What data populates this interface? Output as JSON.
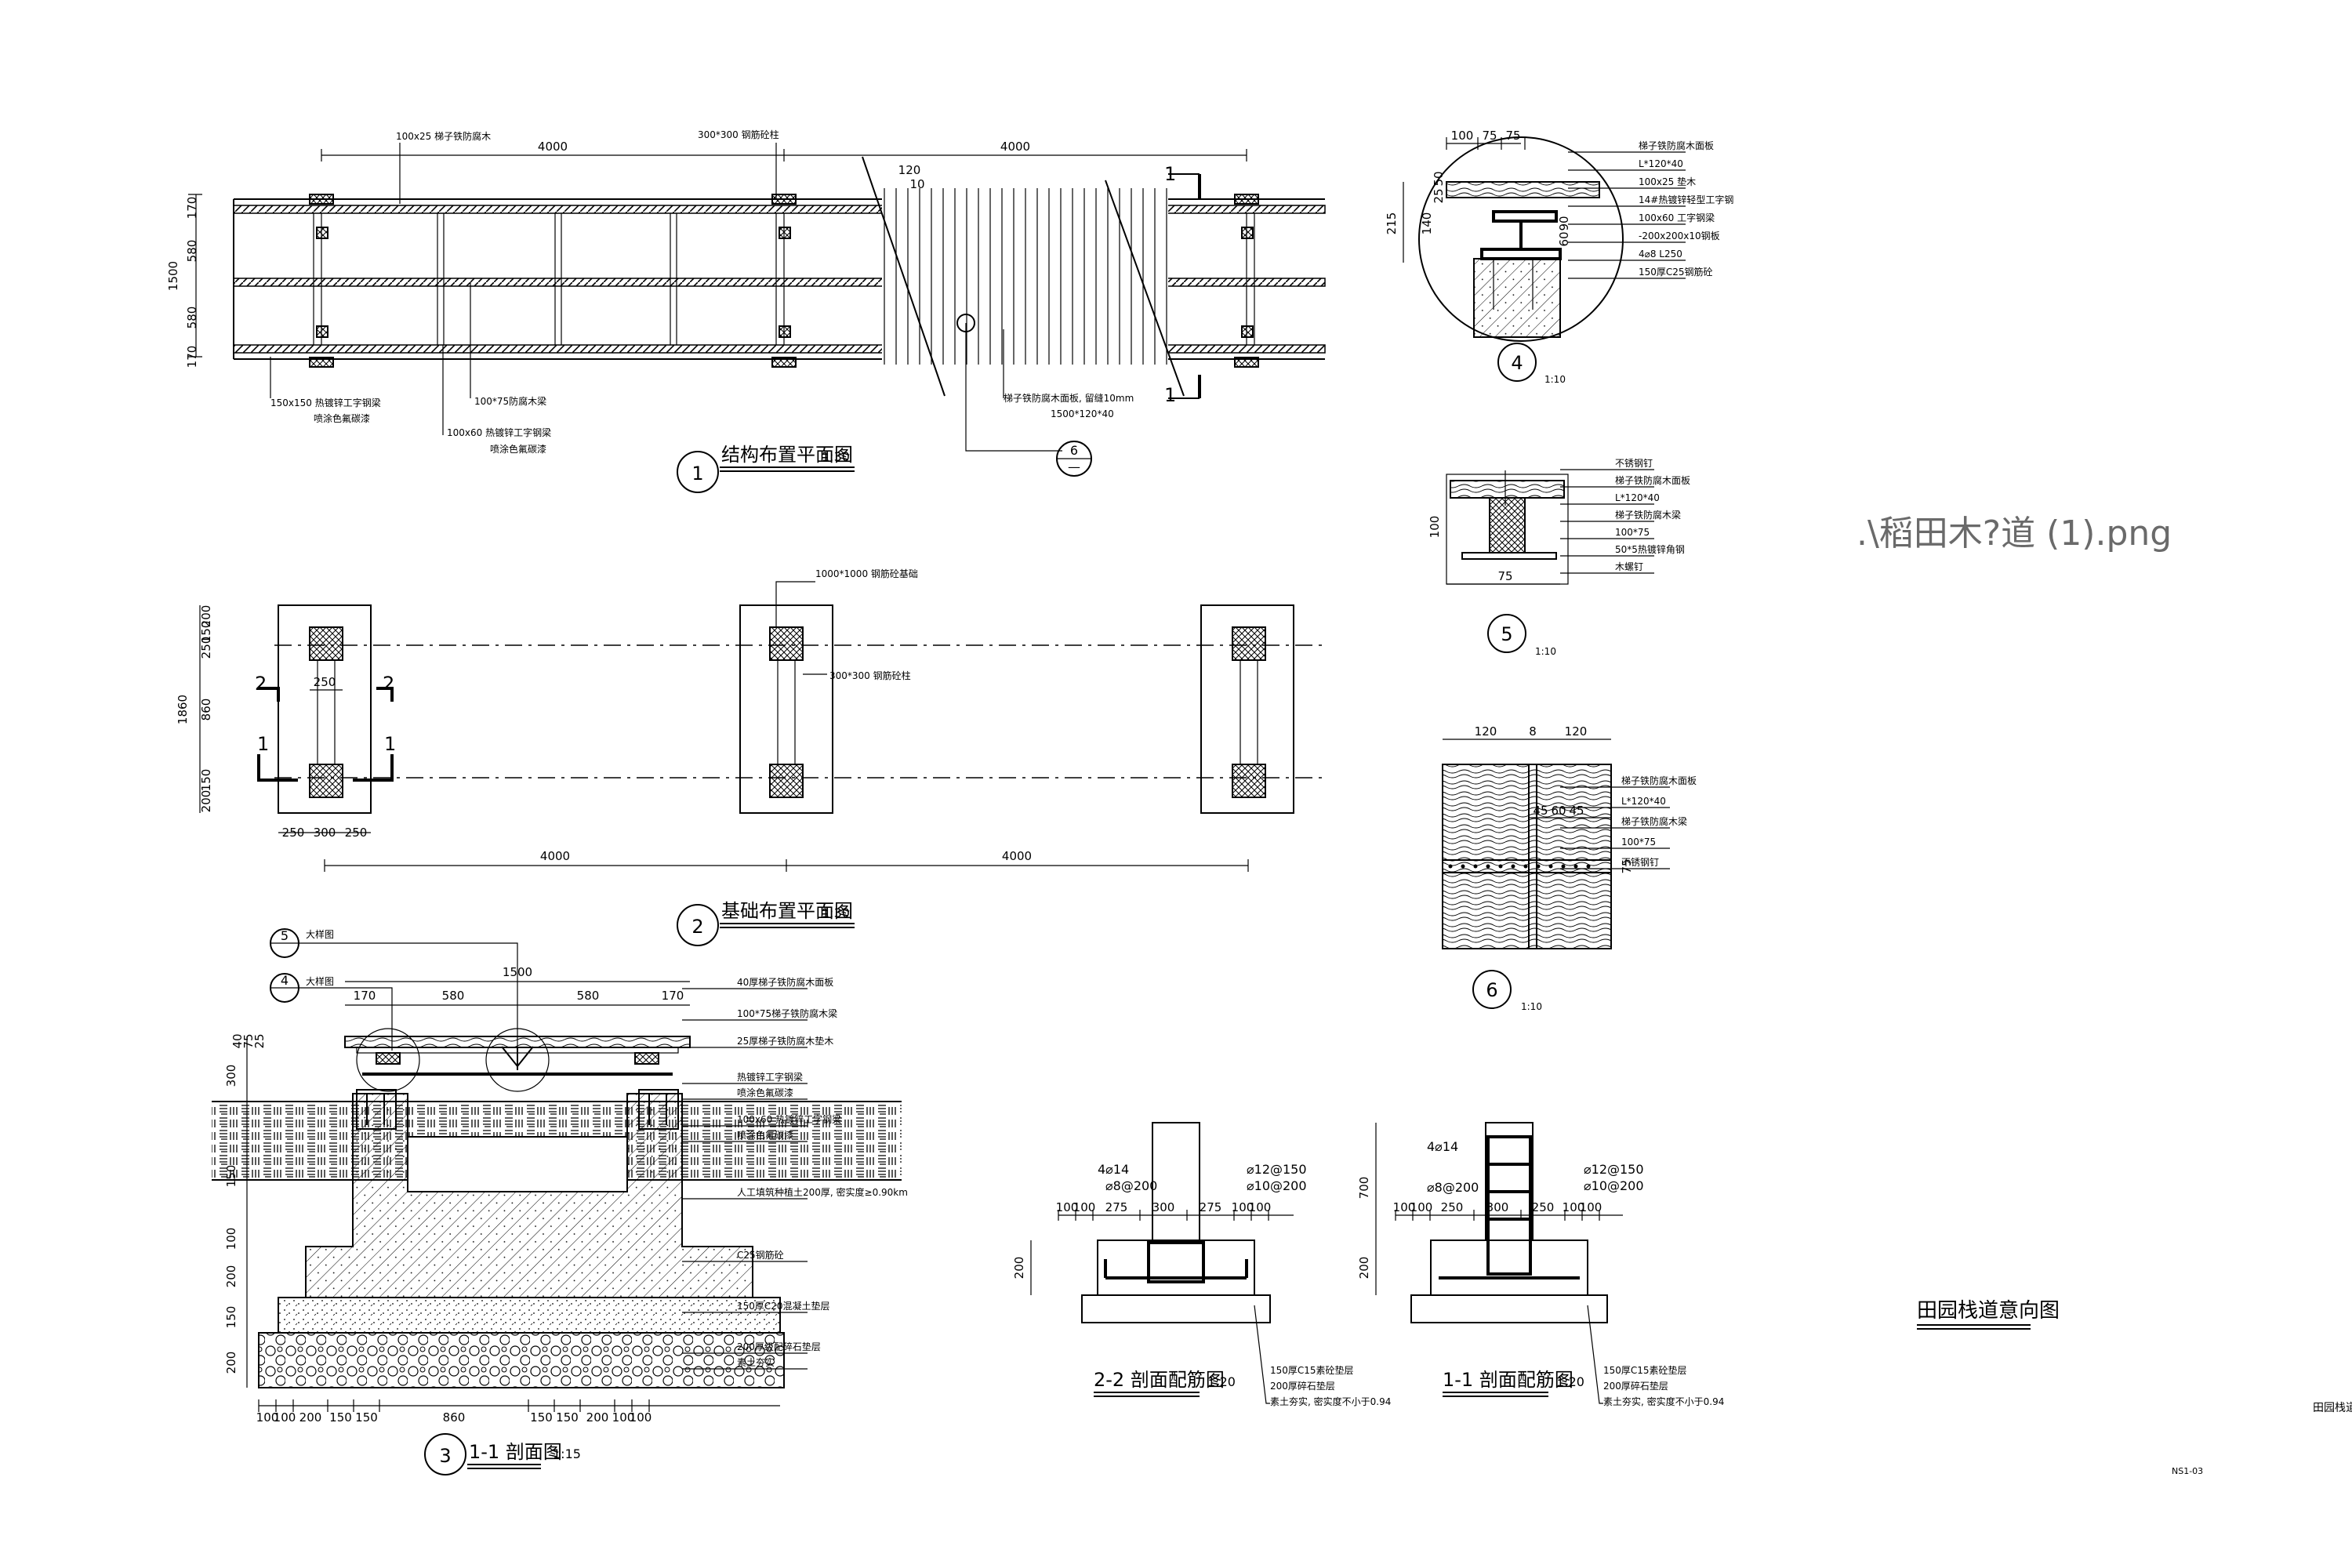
{
  "file_label": ".\\稻田木?道 (1).png",
  "sheet_title": "田园栈道意向图",
  "sheet_code": "NS1-03",
  "sheet_edge_text": "田园栈道",
  "plan1": {
    "num": "1",
    "title": "结构布置平面图",
    "scale": "1:30",
    "dims": {
      "span_a": "4000",
      "span_b": "4000",
      "board_w": "120",
      "gap": "10",
      "total": "1500",
      "side_a": "170",
      "mid_a": "580",
      "mid_b": "580",
      "side_b": "170"
    },
    "labels": {
      "top_left": "100x25  梯子铁防腐木",
      "top_mid": "300*300 钢筋砼柱",
      "bl_1": "150x150 热镀锌工字钢梁",
      "bl_1b": "喷涂色氟碳漆",
      "bl_2": "100*75防腐木梁",
      "bl_3": "100x60 热镀锌工字钢梁",
      "bl_3b": "喷涂色氟碳漆",
      "deck_note": "梯子铁防腐木面板, 留缝10mm",
      "deck_size": "1500*120*40",
      "callout": "6",
      "cut": "1"
    }
  },
  "plan2": {
    "num": "2",
    "title": "基础布置平面图",
    "scale": "1:30",
    "dims": {
      "span_a": "4000",
      "span_b": "4000",
      "w1": "250",
      "w2": "300",
      "w3": "250",
      "total": "1860",
      "v1": "200",
      "v2": "150",
      "v3": "250",
      "v4": "860",
      "v5": "150",
      "v6": "200",
      "inner": "250"
    },
    "labels": {
      "footing": "1000*1000 钢筋砼基础",
      "column": "300*300 钢筋砼柱",
      "cut1": "1",
      "cut2": "2"
    }
  },
  "sec3": {
    "num": "3",
    "title": "1-1 剖面图",
    "scale": "1:15",
    "top_dims": {
      "total": "1500",
      "a": "170",
      "b": "580",
      "c": "580",
      "d": "170"
    },
    "bottom_dims": [
      "100",
      "100",
      "200",
      "150",
      "150",
      "860",
      "150",
      "150",
      "200",
      "100",
      "100"
    ],
    "left_dims": [
      "40",
      "75",
      "25",
      "300",
      "150",
      "100",
      "200",
      "150",
      "200"
    ],
    "callouts": [
      {
        "num": "5",
        "text": "大样图"
      },
      {
        "num": "4",
        "text": "大样图"
      }
    ],
    "labels": [
      "40厚梯子铁防腐木面板",
      "100*75梯子铁防腐木梁",
      "25厚梯子铁防腐木垫木",
      "热镀锌工字钢梁",
      "喷涂色氟碳漆",
      "100x60 热镀锌工字钢梁",
      "喷涂色氟碳漆",
      "人工填筑种植土200厚, 密实度≥0.90km",
      "C25钢筋砼",
      "150厚C20混凝土垫层",
      "200厚级配碎石垫层",
      "素土夯实"
    ]
  },
  "sec22": {
    "title": "2-2 剖面配筋图",
    "scale": "1:20",
    "rebar": {
      "main": "4⌀14",
      "tie": "⌀8@200",
      "r1": "⌀12@150",
      "r2": "⌀10@200"
    },
    "dims": [
      "100",
      "100",
      "275",
      "300",
      "275",
      "100",
      "100"
    ],
    "height": "200",
    "labels": [
      "150厚C15素砼垫层",
      "200厚碎石垫层",
      "素土夯实, 密实度不小于0.94"
    ]
  },
  "sec11": {
    "title": "1-1 剖面配筋图",
    "scale": "1:20",
    "rebar": {
      "main": "4⌀14",
      "tie": "⌀8@200",
      "r1": "⌀12@150",
      "r2": "⌀10@200"
    },
    "dims": [
      "100",
      "100",
      "250",
      "300",
      "250",
      "100",
      "100"
    ],
    "heights": [
      "700",
      "200"
    ],
    "labels": [
      "150厚C15素砼垫层",
      "200厚碎石垫层",
      "素土夯实, 密实度不小于0.94"
    ]
  },
  "det4": {
    "num": "4",
    "scale": "1:10",
    "top_dims": [
      "100",
      "75",
      "75"
    ],
    "left_dims": [
      "25",
      "50",
      "215",
      "140",
      "90",
      "60"
    ],
    "labels": [
      "梯子铁防腐木面板",
      "L*120*40",
      "100x25 垫木",
      "14#热镀锌轻型工字钢",
      "100x60 工字钢梁",
      "-200x200x10钢板",
      "4⌀8 L250",
      "150厚C25钢筋砼"
    ]
  },
  "det5": {
    "num": "5",
    "scale": "1:10",
    "dims": [
      "100",
      "75"
    ],
    "labels": [
      "不锈钢钉",
      "梯子铁防腐木面板",
      "L*120*40",
      "梯子铁防腐木梁",
      "100*75",
      "50*5热镀锌角钢",
      "木螺钉"
    ]
  },
  "det6": {
    "num": "6",
    "scale": "1:10",
    "top_dims": [
      "120",
      "8",
      "120"
    ],
    "mid_dims": [
      "45",
      "60",
      "45"
    ],
    "side_dim": "75",
    "labels": [
      "梯子铁防腐木面板",
      "L*120*40",
      "梯子铁防腐木梁",
      "100*75",
      "不锈钢钉"
    ]
  }
}
